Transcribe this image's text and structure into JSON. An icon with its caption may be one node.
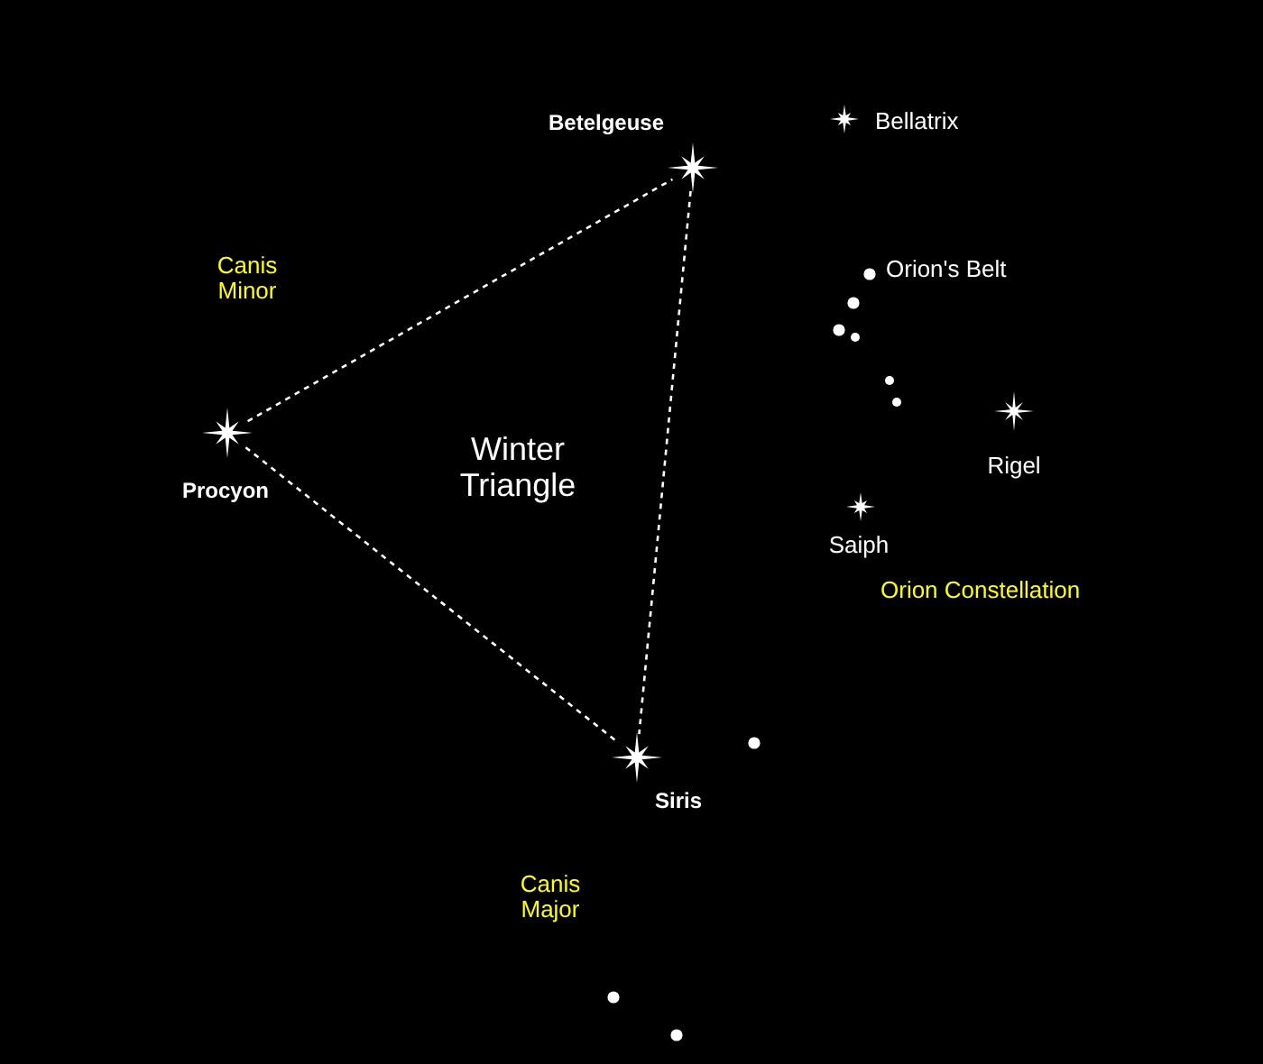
{
  "diagram": {
    "nodes": [
      {
        "text": [],
        "shape": "star",
        "beside": [
          "Betelgeuse"
        ]
      },
      {
        "text": [],
        "shape": "star",
        "beside": [
          "Procyon"
        ]
      },
      {
        "text": [],
        "shape": "star",
        "beside": [
          "Siris"
        ]
      }
    ],
    "edges": [
      {
        "from": 1,
        "to": 0,
        "arrow": "none",
        "style": "dashed"
      },
      {
        "from": 0,
        "to": 2,
        "arrow": "none",
        "style": "dashed"
      },
      {
        "from": 1,
        "to": 2,
        "arrow": "none",
        "style": "dashed"
      }
    ],
    "labels": [
      "Canis Minor",
      "Winter Triangle",
      "Bellatrix",
      "Orion's Belt",
      "Rigel",
      "Saiph",
      "Orion Constellation",
      "Canis Major"
    ]
  }
}
